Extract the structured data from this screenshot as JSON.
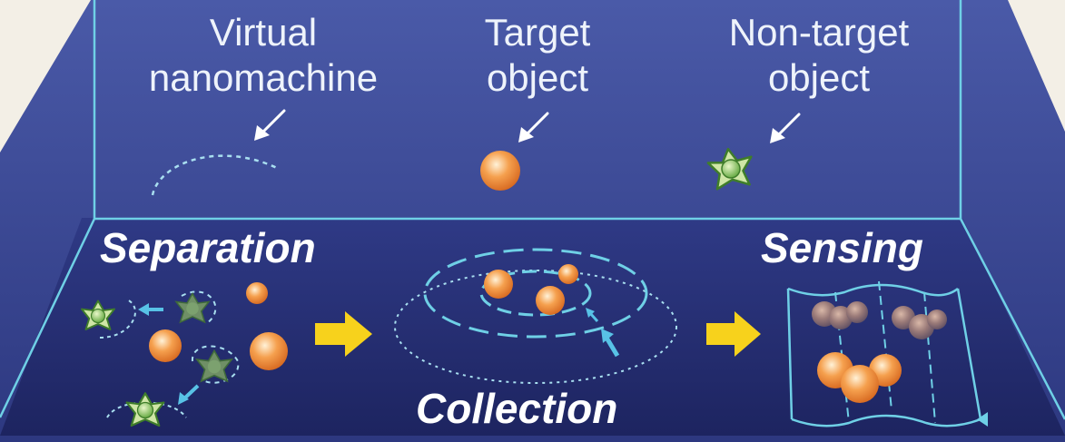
{
  "legend": {
    "nanomachine_line1": "Virtual",
    "nanomachine_line2": "nanomachine",
    "target_line1": "Target",
    "target_line2": "object",
    "nontarget_line1": "Non-target",
    "nontarget_line2": "object"
  },
  "stages": {
    "separation": "Separation",
    "collection": "Collection",
    "sensing": "Sensing"
  },
  "colors": {
    "panel_top": "#4a5aa8",
    "panel_bottom": "#222a66",
    "frame_line": "#6fd0e6",
    "target_orange": "#f0923a",
    "nontarget_green": "#b9d98a",
    "flow_arrow": "#f7d21c"
  }
}
